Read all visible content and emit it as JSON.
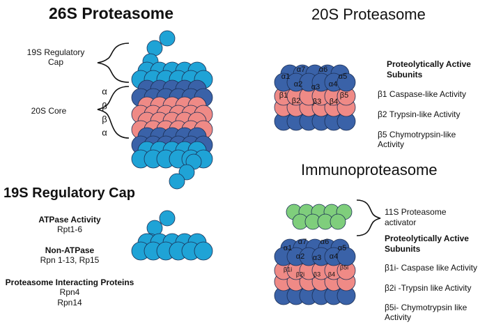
{
  "colors": {
    "cyan": "#1fa3d6",
    "dark_blue": "#3a62a8",
    "salmon": "#ef8a86",
    "green": "#7fce7c"
  },
  "proteasome_26s": {
    "title": "26S Proteasome",
    "cap_label": "19S  Regulatory\nCap",
    "core_label": "20S Core",
    "ring_letters": [
      "α",
      "β",
      "β",
      "α"
    ]
  },
  "proteasome_20s": {
    "title": "20S Proteasome",
    "alpha_labels": [
      "α1",
      "α7",
      "α6",
      "α5",
      "α2",
      "α3",
      "α4"
    ],
    "beta_labels": [
      "β1",
      "β2",
      "β3",
      "β4",
      "β5"
    ],
    "active_heading": "Proteolytically Active\nSubunits",
    "activities": [
      "β1 Caspase-like Activity",
      "β2 Trypsin-like Activity",
      "β5 Chymotrypsin-like\nActivity"
    ]
  },
  "regulatory_cap_19s": {
    "title": "19S Regulatory Cap",
    "groups": [
      {
        "heading": "ATPase Activity",
        "detail": "Rpt1-6"
      },
      {
        "heading": "Non-ATPase",
        "detail": "Rpn 1-13, Rp15"
      },
      {
        "heading": "Proteasome Interacting Proteins",
        "detail": "Rpn4\nRpn14"
      }
    ]
  },
  "immunoproteasome": {
    "title": "Immunoproteasome",
    "activator_label": "11S Proteasome\nactivator",
    "alpha_labels": [
      "α1",
      "α7",
      "α6",
      "α5",
      "α2",
      "α3",
      "α4"
    ],
    "beta_labels": [
      "β1i",
      "β2i",
      "β3",
      "β4",
      "β5i"
    ],
    "active_heading": "Proteolytically Active\nSubunits",
    "activities": [
      "β1i- Caspase like  Activity",
      "β2i -Trypsin like Activity",
      "β5i- Chymotrypsin like\nActivity"
    ]
  }
}
